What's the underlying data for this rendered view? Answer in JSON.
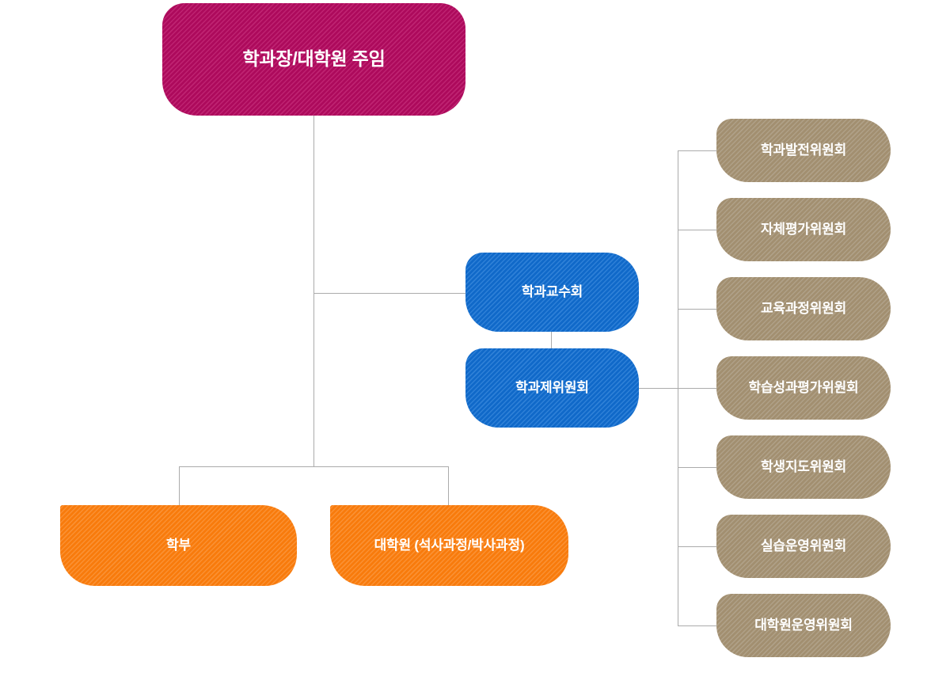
{
  "colors": {
    "department_head_box": "#ad0a5c",
    "council_box": "#1069c9",
    "program_box": "#f87b0c",
    "committee_box": "#a28f70",
    "connector_line": "#ababab",
    "label_text": "#ffffff",
    "background": "#ffffff"
  },
  "org_chart": {
    "department_head": {
      "label": "학과장/대학원 주임"
    },
    "faculty_council": {
      "label": "학과교수회"
    },
    "department_committees": {
      "label": "학과제위원회"
    },
    "undergraduate": {
      "label": "학부"
    },
    "graduate_school": {
      "label": "대학원 (석사과정/박사과정)"
    },
    "committees": [
      {
        "label": "학과발전위원회"
      },
      {
        "label": "자체평가위원회"
      },
      {
        "label": "교육과정위원회"
      },
      {
        "label": "학습성과평가위원회"
      },
      {
        "label": "학생지도위원회"
      },
      {
        "label": "실습운영위원회"
      },
      {
        "label": "대학원운영위원회"
      }
    ]
  }
}
